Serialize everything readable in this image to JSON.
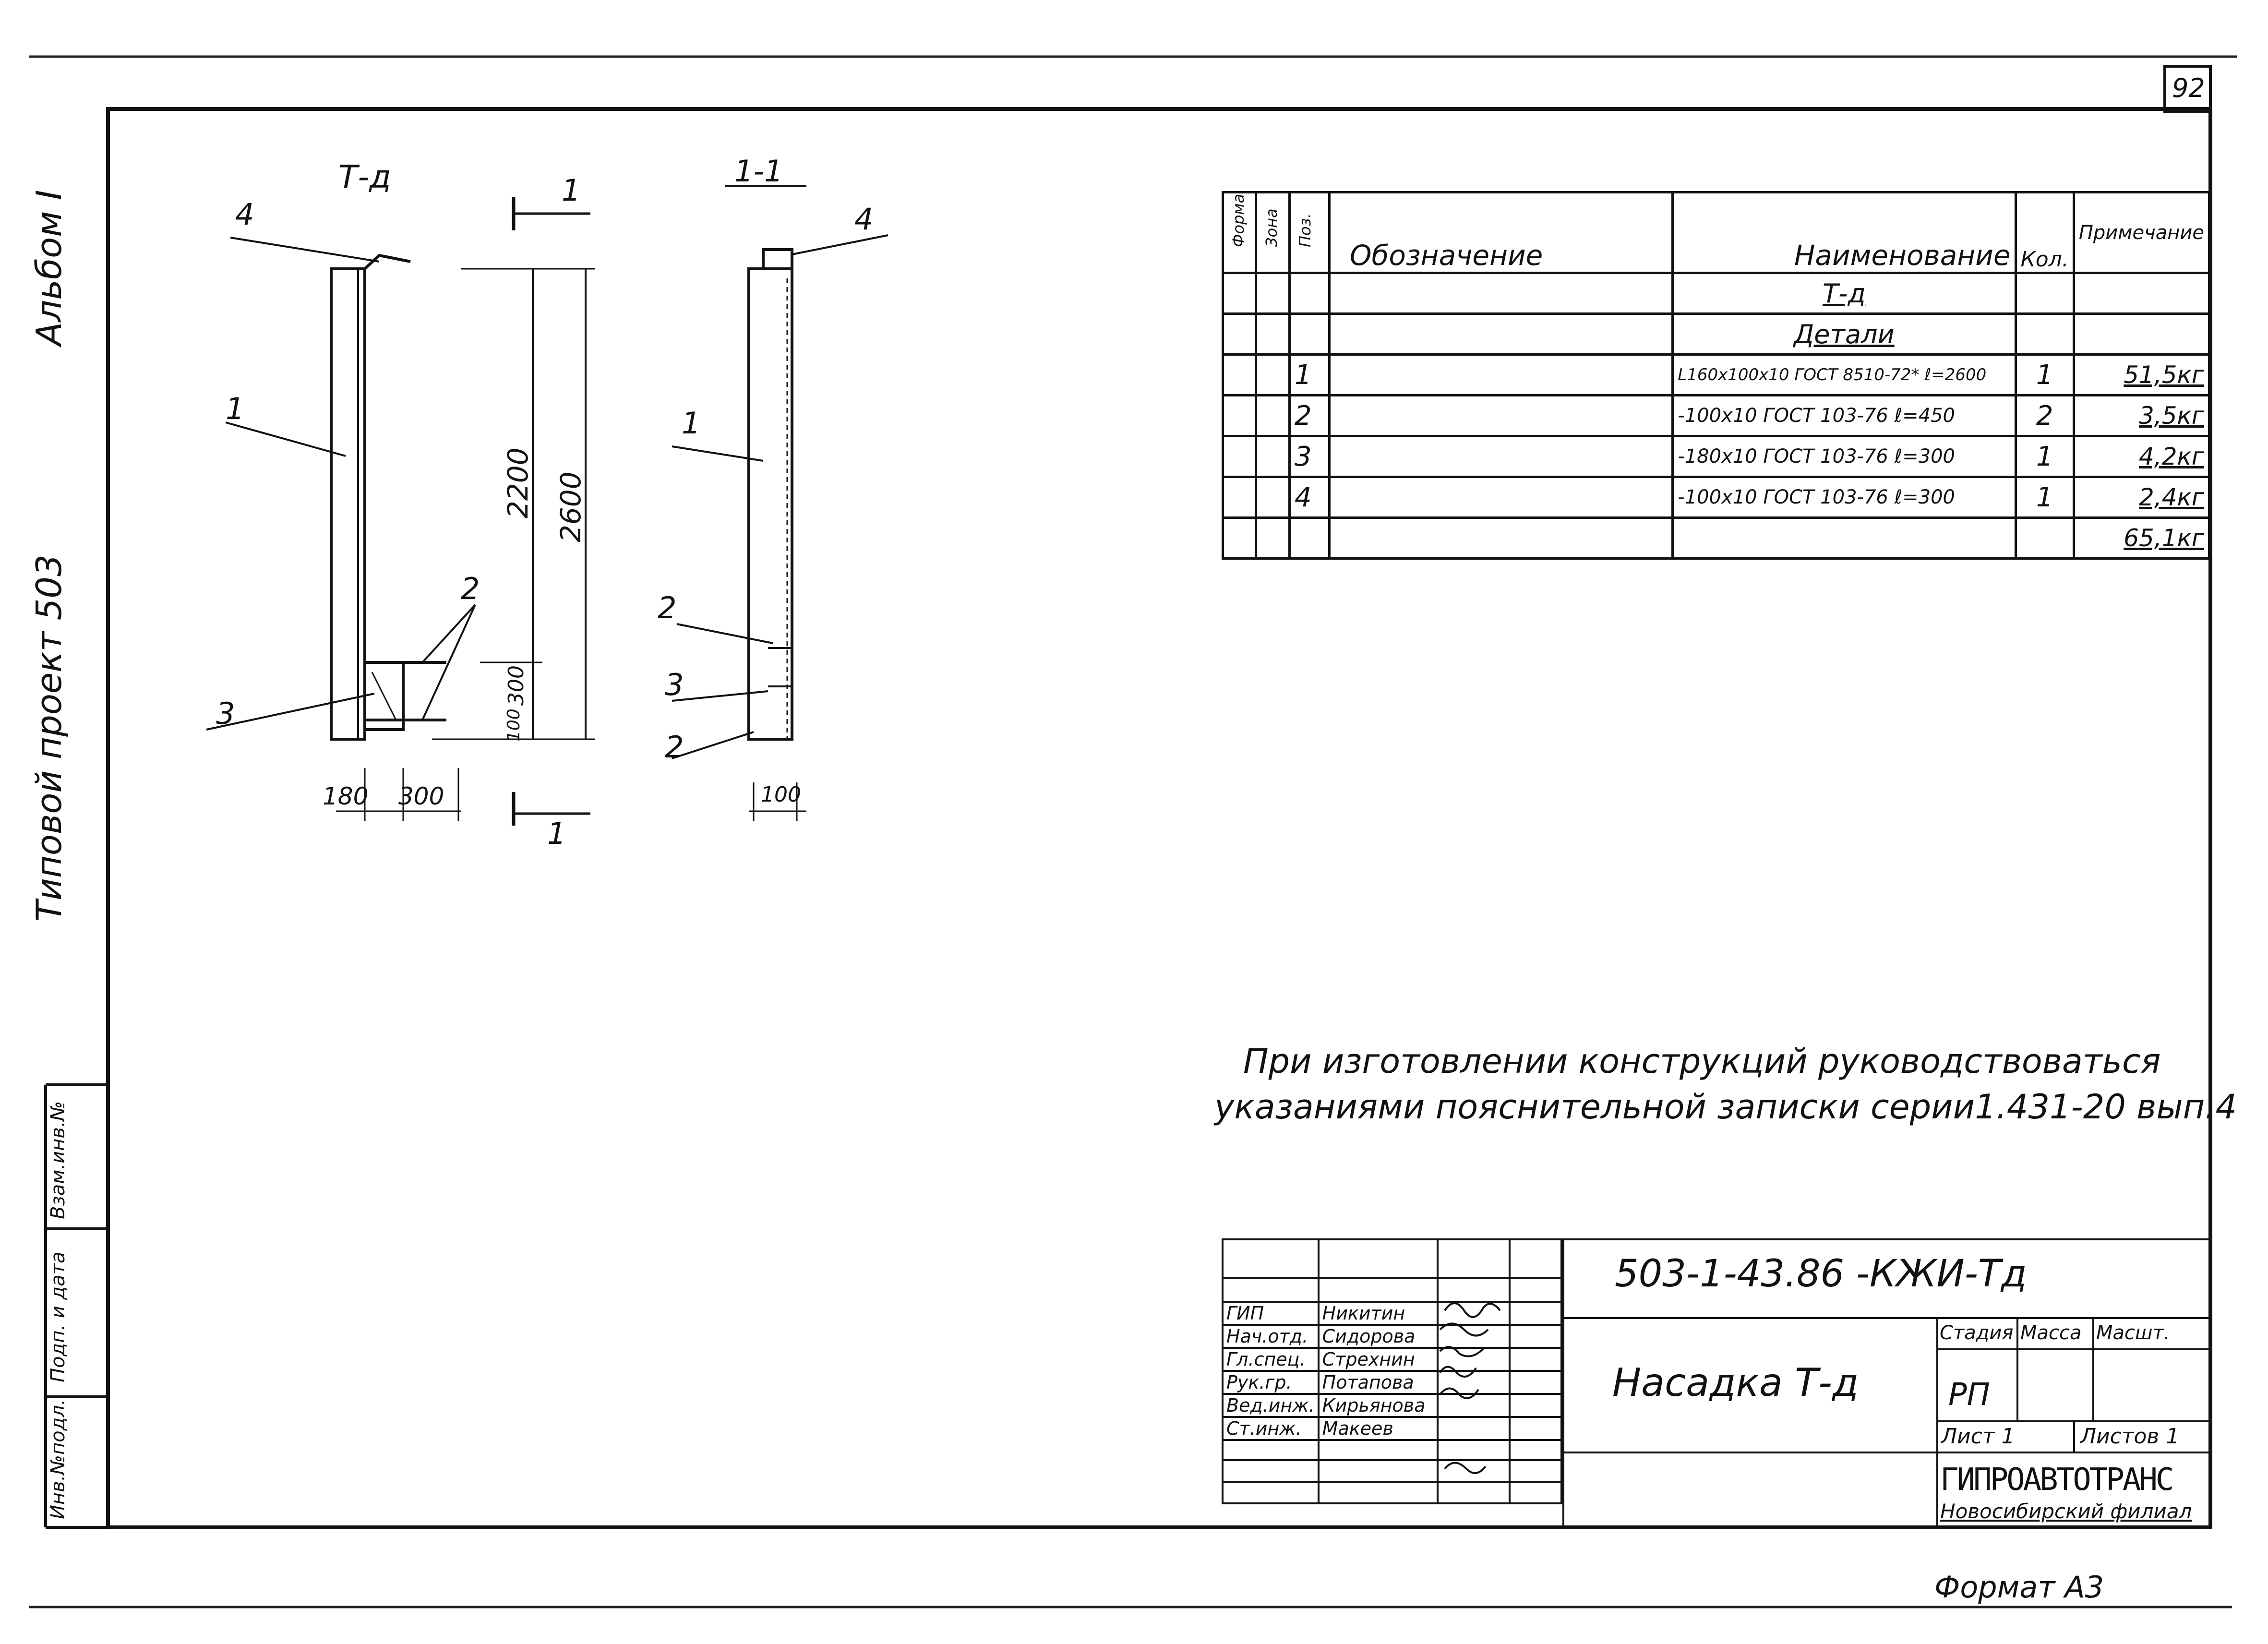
{
  "sheet_number": "92",
  "margin_labels": {
    "album": "Альбом I",
    "project": "Типовой проект 503",
    "inv_podl": "Инв.№подл.",
    "podp_data": "Подп. и дата",
    "vzam_inv": "Взам.инв.№"
  },
  "drawing": {
    "view_title": "Т-д",
    "section_title": "1-1",
    "section_mark": "1",
    "pos_labels": [
      "4",
      "1",
      "2",
      "3",
      "4",
      "1",
      "2",
      "3",
      "2"
    ],
    "dimensions": {
      "d2200": "2200",
      "d2600": "2600",
      "d100a": "100",
      "d300v": "300",
      "d180": "180",
      "d300h": "300",
      "d100b": "100"
    }
  },
  "spec_table": {
    "headers": {
      "format": "Формат",
      "zone": "Зона",
      "pos": "Поз.",
      "designation": "Обозначение",
      "name": "Наименование",
      "qty": "Кол.",
      "note": "Примечание"
    },
    "group_title": "Т-д",
    "group_subtitle": "Детали",
    "rows": [
      {
        "pos": "1",
        "name": "L160x100x10 ГОСТ 8510-72* ℓ=2600",
        "qty": "1",
        "note": "51,5кг"
      },
      {
        "pos": "2",
        "name": "-100x10 ГОСТ 103-76 ℓ=450",
        "qty": "2",
        "note": "3,5кг"
      },
      {
        "pos": "3",
        "name": "-180x10 ГОСТ 103-76 ℓ=300",
        "qty": "1",
        "note": "4,2кг"
      },
      {
        "pos": "4",
        "name": "-100x10 ГОСТ 103-76 ℓ=300",
        "qty": "1",
        "note": "2,4кг"
      }
    ],
    "total": "65,1кг"
  },
  "note_lines": [
    "При изготовлении конструкций руководствоваться",
    "указаниями пояснительной записки серии1.431-20 вып.4"
  ],
  "title_block": {
    "code": "503-1-43.86 -КЖИ-Тд",
    "name": "Насадка Т-д",
    "roles": [
      "ГИП",
      "Нач.отд.",
      "Гл.спец.",
      "Рук.гр.",
      "Вед.инж.",
      "Ст.инж."
    ],
    "persons": [
      "Никитин",
      "Сидорова",
      "Стрехнин",
      "Потапова",
      "Кирьянова",
      "Макеев"
    ],
    "stage_label": "Стадия",
    "mass_label": "Масса",
    "scale_label": "Масшт.",
    "stage_value": "РП",
    "sheet_label": "Лист 1",
    "sheets_label": "Листов 1",
    "org": "ГИПРОАВТОТРАНС",
    "branch": "Новосибирский филиал"
  },
  "format_label": "Формат А3"
}
